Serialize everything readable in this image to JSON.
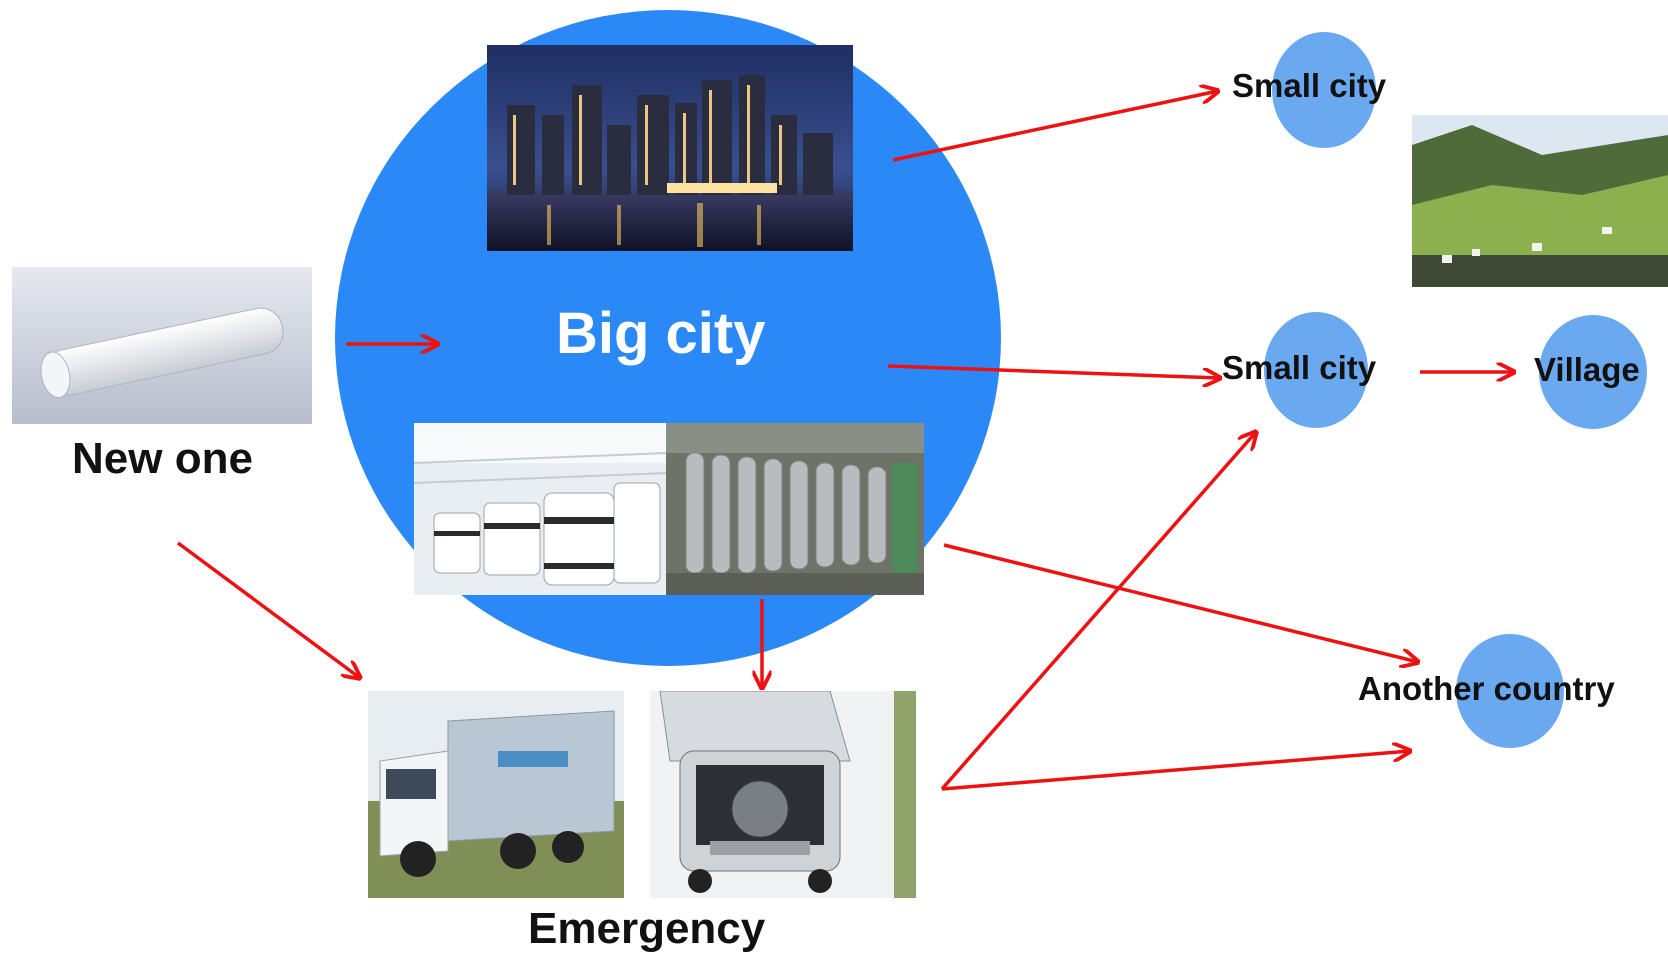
{
  "colors": {
    "big_circle": "#2b88f7",
    "small_circle": "#6aa9f0",
    "arrow": "#ee1111",
    "label_on_circle": "#ffffff",
    "label": "#111111"
  },
  "labels": {
    "big_city": "Big city",
    "new_one": "New one",
    "emergency": "Emergency",
    "small_city_top": "Small city",
    "small_city_mid": "Small city",
    "village": "Village",
    "another_country": "Another country"
  },
  "images": {
    "city_skyline": "night-city-skyline-photo",
    "filter_cartridge": "white-filter-cartridge-photo",
    "plant_tanks": "white-tanks-plant-photo",
    "plant_modules": "membrane-modules-plant-photo",
    "truck": "mobile-unit-truck-photo",
    "van": "van-with-equipment-photo",
    "village_landscape": "mountain-village-photo"
  }
}
